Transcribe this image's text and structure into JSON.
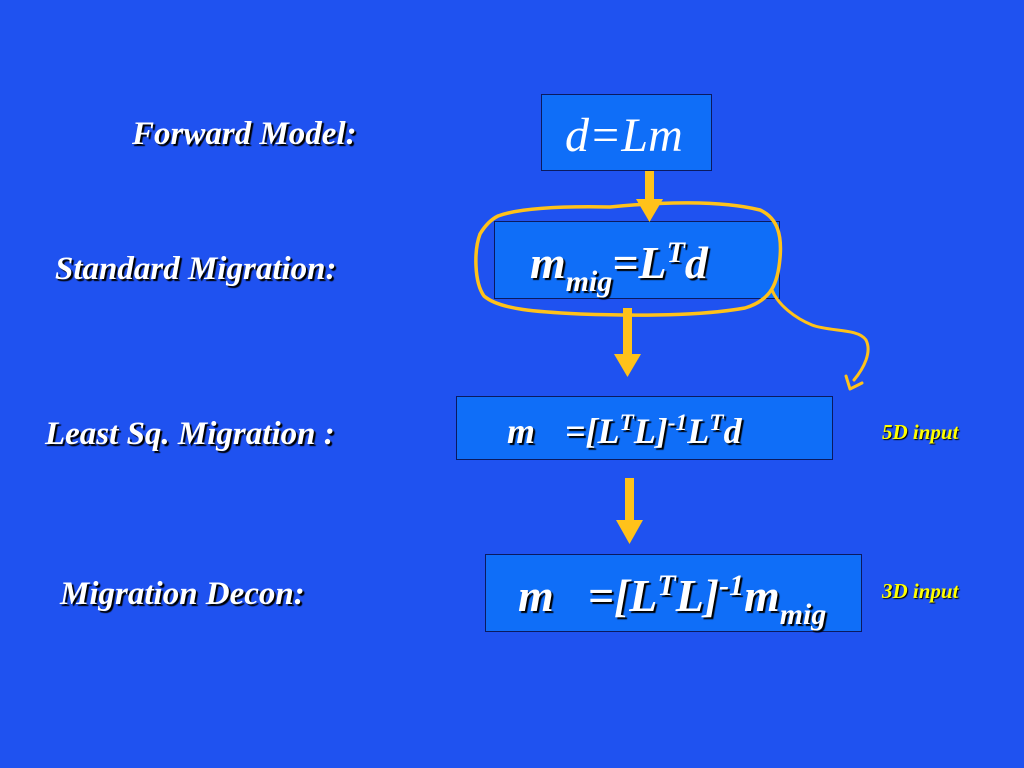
{
  "labels": {
    "forward_model": "Forward Model:",
    "standard_migration": "Standard Migration:",
    "least_sq_migration": "Least Sq. Migration :",
    "migration_decon": "Migration Decon:"
  },
  "equations": {
    "forward": {
      "text": "d=Lm"
    },
    "standard": {
      "m": "m",
      "m_sub": "mig",
      "eq_L": "=L",
      "sup_T": "T",
      "tail": "d"
    },
    "least_sq": {
      "m": "m",
      "open": "=[L",
      "sup_T1": "T",
      "mid": "L]",
      "sup_inv": "-1",
      "L2": "L",
      "sup_T2": "T",
      "tail": "d"
    },
    "decon": {
      "m": "m",
      "open": "=[L",
      "sup_T": "T",
      "mid": "L]",
      "sup_inv": "-1",
      "m2": "m",
      "m2_sub": "mig"
    }
  },
  "notes": {
    "input_5d": "5D input",
    "input_3d": "3D input"
  },
  "colors": {
    "background": "#1f52f0",
    "box_fill": "#0f6ef8",
    "arrow": "#ffc21a",
    "note_text": "#ffff00"
  }
}
